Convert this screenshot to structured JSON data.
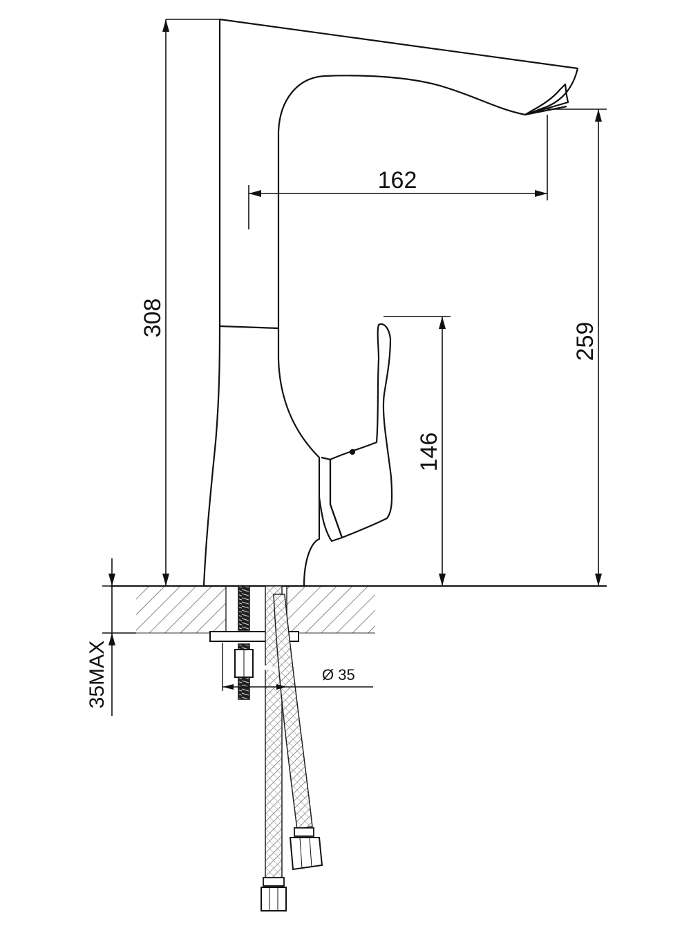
{
  "dimensions": {
    "total_height": "308",
    "spout_reach": "162",
    "spout_height": "259",
    "lever_height": "146",
    "max_counter_thickness": "35MAX",
    "hole_diameter": "Ø 35"
  },
  "colors": {
    "line": "#111111",
    "hatch": "#555555",
    "background": "#ffffff"
  }
}
